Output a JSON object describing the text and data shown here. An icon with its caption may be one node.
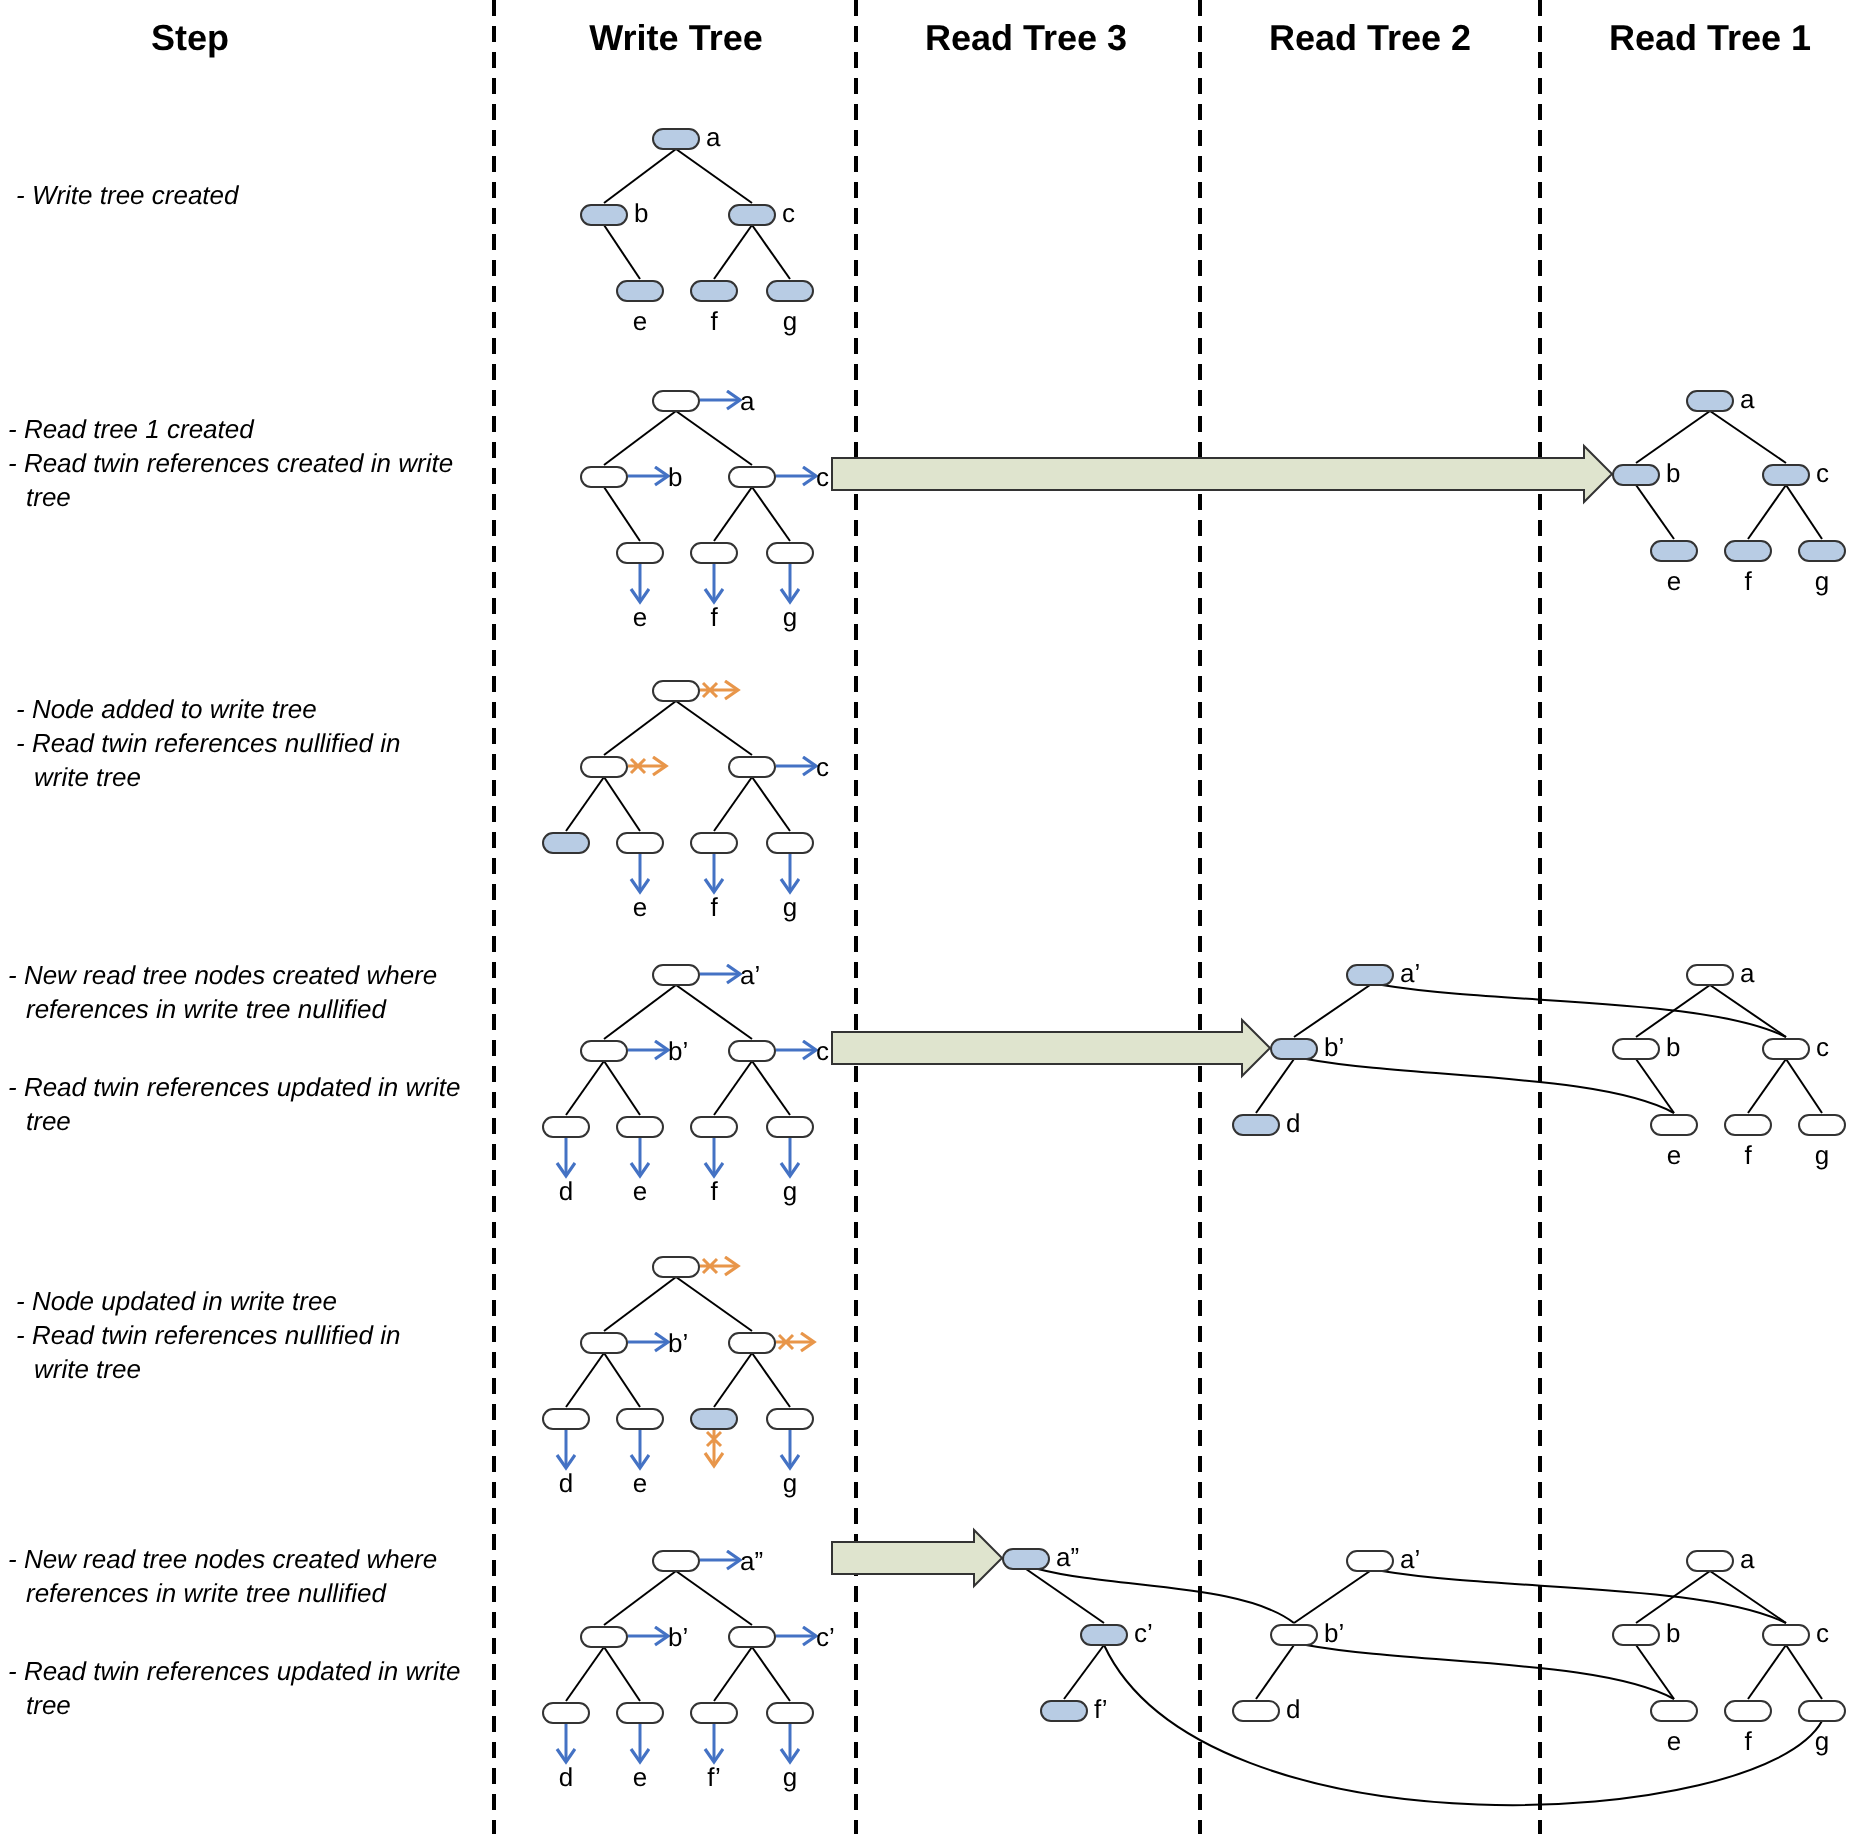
{
  "diagram": {
    "nodes": [
      {
        "text": [],
        "shape": "box",
        "beside": [
          "a"
        ]
      },
      {
        "text": [],
        "shape": "box",
        "beside": [
          "b"
        ]
      },
      {
        "text": [],
        "shape": "box",
        "beside": [
          "c"
        ]
      },
      {
        "text": [],
        "shape": "box",
        "beside": [
          "e"
        ]
      },
      {
        "text": [],
        "shape": "box",
        "beside": [
          "f"
        ]
      },
      {
        "text": [],
        "shape": "box",
        "beside": [
          "g"
        ]
      },
      {
        "text": [],
        "shape": "box"
      },
      {
        "text": [],
        "shape": "box"
      },
      {
        "text": [],
        "shape": "box"
      },
      {
        "text": [],
        "shape": "box"
      },
      {
        "text": [],
        "shape": "box"
      },
      {
        "text": [],
        "shape": "box"
      },
      {
        "text": [],
        "shape": "box",
        "beside": [
          "a"
        ]
      },
      {
        "text": [],
        "shape": "box",
        "beside": [
          "b"
        ]
      },
      {
        "text": [],
        "shape": "box",
        "beside": [
          "c"
        ]
      },
      {
        "text": [],
        "shape": "box",
        "beside": [
          "e"
        ]
      },
      {
        "text": [],
        "shape": "box",
        "beside": [
          "f"
        ]
      },
      {
        "text": [],
        "shape": "box",
        "beside": [
          "g"
        ]
      },
      {
        "text": [],
        "shape": "box"
      },
      {
        "text": [],
        "shape": "box"
      },
      {
        "text": [],
        "shape": "box"
      },
      {
        "text": [],
        "shape": "box"
      },
      {
        "text": [],
        "shape": "box"
      },
      {
        "text": [],
        "shape": "box"
      },
      {
        "text": [],
        "shape": "box"
      },
      {
        "text": [],
        "shape": "box"
      },
      {
        "text": [],
        "shape": "box"
      },
      {
        "text": [],
        "shape": "box"
      },
      {
        "text": [],
        "shape": "box"
      },
      {
        "text": [],
        "shape": "box"
      },
      {
        "text": [],
        "shape": "box"
      },
      {
        "text": [],
        "shape": "box"
      },
      {
        "text": [],
        "shape": "box",
        "beside": [
          "a’"
        ]
      },
      {
        "text": [],
        "shape": "box",
        "beside": [
          "b’"
        ]
      },
      {
        "text": [],
        "shape": "box",
        "beside": [
          "d"
        ]
      },
      {
        "text": [],
        "shape": "box",
        "beside": [
          "a"
        ]
      },
      {
        "text": [],
        "shape": "box",
        "beside": [
          "b"
        ]
      },
      {
        "text": [],
        "shape": "box",
        "beside": [
          "c"
        ]
      },
      {
        "text": [],
        "shape": "box",
        "beside": [
          "e"
        ]
      },
      {
        "text": [],
        "shape": "box",
        "beside": [
          "f"
        ]
      },
      {
        "text": [],
        "shape": "box",
        "beside": [
          "g"
        ]
      },
      {
        "text": [],
        "shape": "box"
      },
      {
        "text": [],
        "shape": "box"
      },
      {
        "text": [],
        "shape": "box"
      },
      {
        "text": [],
        "shape": "box"
      },
      {
        "text": [],
        "shape": "box"
      },
      {
        "text": [],
        "shape": "box"
      },
      {
        "text": [],
        "shape": "box"
      },
      {
        "text": [],
        "shape": "box"
      },
      {
        "text": [],
        "shape": "box"
      },
      {
        "text": [],
        "shape": "box"
      },
      {
        "text": [],
        "shape": "box"
      },
      {
        "text": [],
        "shape": "box"
      },
      {
        "text": [],
        "shape": "box"
      },
      {
        "text": [],
        "shape": "box"
      },
      {
        "text": [],
        "shape": "box",
        "beside": [
          "a”"
        ]
      },
      {
        "text": [],
        "shape": "box",
        "beside": [
          "c’"
        ]
      },
      {
        "text": [],
        "shape": "box",
        "beside": [
          "f’"
        ]
      },
      {
        "text": [],
        "shape": "box",
        "beside": [
          "a’"
        ]
      },
      {
        "text": [],
        "shape": "box",
        "beside": [
          "b’"
        ]
      },
      {
        "text": [],
        "shape": "box",
        "beside": [
          "d"
        ]
      },
      {
        "text": [],
        "shape": "box",
        "beside": [
          "a"
        ]
      },
      {
        "text": [],
        "shape": "box",
        "beside": [
          "b"
        ]
      },
      {
        "text": [],
        "shape": "box",
        "beside": [
          "c"
        ]
      },
      {
        "text": [],
        "shape": "box",
        "beside": [
          "e"
        ]
      },
      {
        "text": [],
        "shape": "box",
        "beside": [
          "f"
        ]
      },
      {
        "text": [],
        "shape": "box",
        "beside": [
          "g"
        ]
      },
      {
        "text": [
          "a"
        ]
      },
      {
        "text": [
          "b"
        ]
      },
      {
        "text": [
          "c"
        ]
      },
      {
        "text": [
          "e"
        ]
      },
      {
        "text": [
          "f"
        ]
      },
      {
        "text": [
          "g"
        ]
      },
      {
        "text": [
          "c"
        ]
      },
      {
        "text": [
          "e"
        ]
      },
      {
        "text": [
          "f"
        ]
      },
      {
        "text": [
          "g"
        ]
      },
      {
        "text": [
          "a’"
        ]
      },
      {
        "text": [
          "b’"
        ]
      },
      {
        "text": [
          "c"
        ]
      },
      {
        "text": [
          "d"
        ]
      },
      {
        "text": [
          "e"
        ]
      },
      {
        "text": [
          "f"
        ]
      },
      {
        "text": [
          "g"
        ]
      },
      {
        "text": [
          "b’"
        ]
      },
      {
        "text": [
          "d"
        ]
      },
      {
        "text": [
          "e"
        ]
      },
      {
        "text": [
          "g"
        ]
      },
      {
        "text": [
          "a”"
        ]
      },
      {
        "text": [
          "b’"
        ]
      },
      {
        "text": [
          "c’"
        ]
      },
      {
        "text": [
          "d"
        ]
      },
      {
        "text": [
          "e"
        ]
      },
      {
        "text": [
          "f’"
        ]
      },
      {
        "text": [
          "g"
        ]
      }
    ],
    "edges": [
      {
        "from": 0,
        "to": 1,
        "arrow": "none"
      },
      {
        "from": 0,
        "to": 2,
        "arrow": "none"
      },
      {
        "from": 1,
        "to": 3,
        "arrow": "none"
      },
      {
        "from": 2,
        "to": 4,
        "arrow": "none"
      },
      {
        "from": 2,
        "to": 5,
        "arrow": "none"
      },
      {
        "from": 6,
        "to": 7,
        "arrow": "none"
      },
      {
        "from": 6,
        "to": 8,
        "arrow": "none"
      },
      {
        "from": 7,
        "to": 9,
        "arrow": "none"
      },
      {
        "from": 8,
        "to": 10,
        "arrow": "none"
      },
      {
        "from": 8,
        "to": 11,
        "arrow": "none"
      },
      {
        "from": 6,
        "to": 67,
        "arrow": "to",
        "color": "#4472c4"
      },
      {
        "from": 7,
        "to": 68,
        "arrow": "to",
        "color": "#4472c4"
      },
      {
        "from": 8,
        "to": 69,
        "arrow": "to",
        "color": "#4472c4"
      },
      {
        "from": 9,
        "to": 70,
        "arrow": "to",
        "color": "#4472c4"
      },
      {
        "from": 10,
        "to": 71,
        "arrow": "to",
        "color": "#4472c4"
      },
      {
        "from": 11,
        "to": 72,
        "arrow": "to",
        "color": "#4472c4"
      },
      {
        "from": 12,
        "to": 13,
        "arrow": "none"
      },
      {
        "from": 12,
        "to": 14,
        "arrow": "none"
      },
      {
        "from": 13,
        "to": 15,
        "arrow": "none"
      },
      {
        "from": 14,
        "to": 16,
        "arrow": "none"
      },
      {
        "from": 14,
        "to": 17,
        "arrow": "none"
      },
      {
        "from": null,
        "to": 13,
        "arrow": "to",
        "style": "thick",
        "color": "#dfe4ce"
      },
      {
        "from": 18,
        "to": 19,
        "arrow": "none"
      },
      {
        "from": 18,
        "to": 20,
        "arrow": "none"
      },
      {
        "from": 19,
        "to": 21,
        "arrow": "none"
      },
      {
        "from": 19,
        "to": 22,
        "arrow": "none"
      },
      {
        "from": 20,
        "to": 23,
        "arrow": "none"
      },
      {
        "from": 20,
        "to": 24,
        "arrow": "none"
      },
      {
        "from": 18,
        "to": null,
        "arrow": "to",
        "color": "#e8964a"
      },
      {
        "from": 19,
        "to": null,
        "arrow": "to",
        "color": "#e8964a"
      },
      {
        "from": 20,
        "to": 73,
        "arrow": "to",
        "color": "#4472c4"
      },
      {
        "from": 22,
        "to": 74,
        "arrow": "to",
        "color": "#4472c4"
      },
      {
        "from": 23,
        "to": 75,
        "arrow": "to",
        "color": "#4472c4"
      },
      {
        "from": 24,
        "to": 76,
        "arrow": "to",
        "color": "#4472c4"
      },
      {
        "from": 25,
        "to": 26,
        "arrow": "none"
      },
      {
        "from": 25,
        "to": 27,
        "arrow": "none"
      },
      {
        "from": 26,
        "to": 28,
        "arrow": "none"
      },
      {
        "from": 26,
        "to": 29,
        "arrow": "none"
      },
      {
        "from": 27,
        "to": 30,
        "arrow": "none"
      },
      {
        "from": 27,
        "to": 31,
        "arrow": "none"
      },
      {
        "from": 25,
        "to": 77,
        "arrow": "to",
        "color": "#4472c4"
      },
      {
        "from": 26,
        "to": 78,
        "arrow": "to",
        "color": "#4472c4"
      },
      {
        "from": 27,
        "to": 79,
        "arrow": "to",
        "color": "#4472c4"
      },
      {
        "from": 28,
        "to": 80,
        "arrow": "to",
        "color": "#4472c4"
      },
      {
        "from": 29,
        "to": 81,
        "arrow": "to",
        "color": "#4472c4"
      },
      {
        "from": 30,
        "to": 82,
        "arrow": "to",
        "color": "#4472c4"
      },
      {
        "from": 31,
        "to": 83,
        "arrow": "to",
        "color": "#4472c4"
      },
      {
        "from": 32,
        "to": 33,
        "arrow": "none"
      },
      {
        "from": 33,
        "to": 34,
        "arrow": "none"
      },
      {
        "from": 35,
        "to": 36,
        "arrow": "none"
      },
      {
        "from": 35,
        "to": 37,
        "arrow": "none"
      },
      {
        "from": 36,
        "to": 38,
        "arrow": "none"
      },
      {
        "from": 37,
        "to": 39,
        "arrow": "none"
      },
      {
        "from": 37,
        "to": 40,
        "arrow": "none"
      },
      {
        "from": 32,
        "to": 37,
        "arrow": "none"
      },
      {
        "from": 33,
        "to": 38,
        "arrow": "none"
      },
      {
        "from": null,
        "to": 33,
        "arrow": "to",
        "style": "thick",
        "color": "#dfe4ce"
      },
      {
        "from": 41,
        "to": 42,
        "arrow": "none"
      },
      {
        "from": 41,
        "to": 43,
        "arrow": "none"
      },
      {
        "from": 42,
        "to": 44,
        "arrow": "none"
      },
      {
        "from": 42,
        "to": 45,
        "arrow": "none"
      },
      {
        "from": 43,
        "to": 46,
        "arrow": "none"
      },
      {
        "from": 43,
        "to": 47,
        "arrow": "none"
      },
      {
        "from": 41,
        "to": null,
        "arrow": "to",
        "color": "#e8964a"
      },
      {
        "from": 42,
        "to": 84,
        "arrow": "to",
        "color": "#4472c4"
      },
      {
        "from": 43,
        "to": null,
        "arrow": "to",
        "color": "#e8964a"
      },
      {
        "from": 44,
        "to": 85,
        "arrow": "to",
        "color": "#4472c4"
      },
      {
        "from": 45,
        "to": 86,
        "arrow": "to",
        "color": "#4472c4"
      },
      {
        "from": 46,
        "to": null,
        "arrow": "to",
        "color": "#e8964a"
      },
      {
        "from": 47,
        "to": 87,
        "arrow": "to",
        "color": "#4472c4"
      },
      {
        "from": 48,
        "to": 49,
        "arrow": "none"
      },
      {
        "from": 48,
        "to": 50,
        "arrow": "none"
      },
      {
        "from": 49,
        "to": 51,
        "arrow": "none"
      },
      {
        "from": 49,
        "to": 52,
        "arrow": "none"
      },
      {
        "from": 50,
        "to": 53,
        "arrow": "none"
      },
      {
        "from": 50,
        "to": 54,
        "arrow": "none"
      },
      {
        "from": 48,
        "to": 88,
        "arrow": "to",
        "color": "#4472c4"
      },
      {
        "from": 49,
        "to": 89,
        "arrow": "to",
        "color": "#4472c4"
      },
      {
        "from": 50,
        "to": 90,
        "arrow": "to",
        "color": "#4472c4"
      },
      {
        "from": 51,
        "to": 91,
        "arrow": "to",
        "color": "#4472c4"
      },
      {
        "from": 52,
        "to": 92,
        "arrow": "to",
        "color": "#4472c4"
      },
      {
        "from": 53,
        "to": 93,
        "arrow": "to",
        "color": "#4472c4"
      },
      {
        "from": 54,
        "to": 94,
        "arrow": "to",
        "color": "#4472c4"
      },
      {
        "from": 55,
        "to": 56,
        "arrow": "none"
      },
      {
        "from": 56,
        "to": 57,
        "arrow": "none"
      },
      {
        "from": 58,
        "to": 59,
        "arrow": "none"
      },
      {
        "from": 59,
        "to": 60,
        "arrow": "none"
      },
      {
        "from": 61,
        "to": 62,
        "arrow": "none"
      },
      {
        "from": 61,
        "to": 63,
        "arrow": "none"
      },
      {
        "from": 62,
        "to": 64,
        "arrow": "none"
      },
      {
        "from": 63,
        "to": 65,
        "arrow": "none"
      },
      {
        "from": 63,
        "to": 66,
        "arrow": "none"
      },
      {
        "from": 55,
        "to": 59,
        "arrow": "none"
      },
      {
        "from": 58,
        "to": 63,
        "arrow": "none"
      },
      {
        "from": 59,
        "to": 64,
        "arrow": "none"
      },
      {
        "from": 56,
        "to": 66,
        "arrow": "none"
      },
      {
        "from": null,
        "to": 55,
        "arrow": "to",
        "style": "thick",
        "color": "#dfe4ce"
      }
    ],
    "labels": [
      "Step",
      "Write Tree",
      "Read Tree 3",
      "Read Tree 2",
      "Read Tree 1",
      "- Write tree created",
      "- Read tree 1 created",
      "- Read twin references created in write tree",
      "- Node added to write tree",
      "- Read twin references nullified in write tree",
      "- New read tree nodes created where references in write tree nullified",
      "- Read twin references updated in write tree",
      "- Node updated in write tree",
      "- Read twin references nullified in write tree",
      "- New read tree nodes created where references in write tree nullified",
      "- Read twin references updated in write tree"
    ]
  }
}
